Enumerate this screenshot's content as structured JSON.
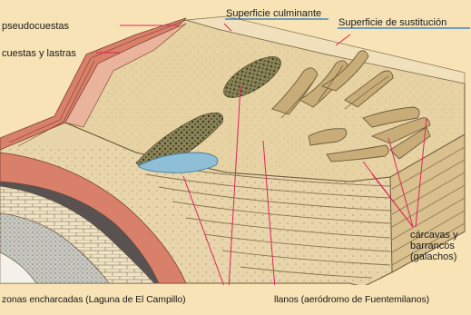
{
  "labels": {
    "pseudocuestas": "pseudocuestas",
    "cuestas": "cuestas y lastras",
    "superficie_culminante": "Superficie culminante",
    "superficie_sustitucion": "Superficie de sustitución",
    "carcavas_line1": "cárcavas y",
    "carcavas_line2": "barrancos",
    "carcavas_line3": "(galachos)",
    "zonas_encharcadas": "zonas encharcadas (Laguna de El Campillo)",
    "llanos": "llanos (aeródromo de Fuentemilanos)"
  },
  "colors": {
    "background": "#f7e3b5",
    "leader_red": "#e0245c",
    "leader_blue": "#1e73be",
    "plateau": "#e7d2a4",
    "front_face": "#e8d5ab",
    "side_face": "#d9c08e",
    "red_strata": "#d9806a",
    "water": "#8fbfd6"
  }
}
